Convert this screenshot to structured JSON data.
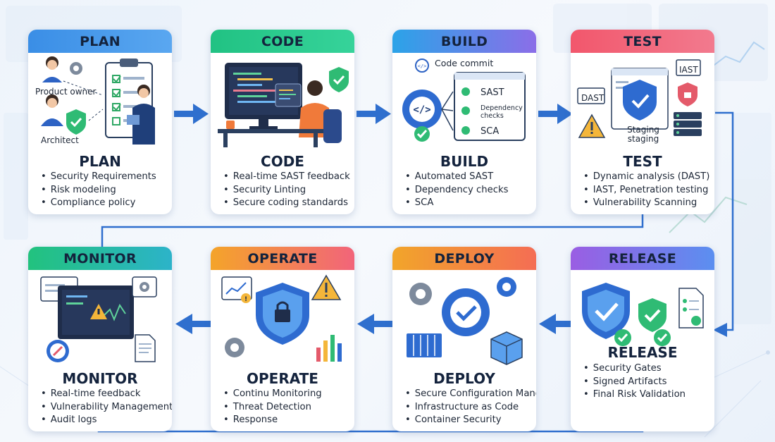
{
  "stages": [
    {
      "key": "plan",
      "header": "PLAN",
      "title": "PLAN",
      "color_from": "#3a8ee6",
      "color_to": "#5aa7f0",
      "items": [
        "Security Requirements",
        "Risk modeling",
        "Compliance policy"
      ],
      "labels": {
        "owner": "Product owner",
        "architect": "Architect"
      }
    },
    {
      "key": "code",
      "header": "CODE",
      "title": "CODE",
      "color_from": "#21c283",
      "color_to": "#36d39a",
      "items": [
        "Real-time SAST feedback",
        "Security Linting",
        "Secure coding standards"
      ]
    },
    {
      "key": "build",
      "header": "BUILD",
      "title": "BUILD",
      "color_from": "#2ba3e8",
      "color_to": "#8b6ee8",
      "items": [
        "Automated SAST",
        "Dependency checks",
        "SCA"
      ],
      "labels": {
        "commit": "Code commit",
        "sast": "SAST",
        "dep": "Dependency checks",
        "sca": "SCA"
      }
    },
    {
      "key": "test",
      "header": "TEST",
      "title": "TEST",
      "color_from": "#f2576c",
      "color_to": "#f27a8e",
      "items": [
        "Dynamic analysis (DAST)",
        "IAST, Penetration testing",
        "Vulnerability Scanning"
      ],
      "labels": {
        "dast": "DAST",
        "iast": "IAST",
        "staging": "Staging staging"
      }
    },
    {
      "key": "monitor",
      "header": "MONITOR",
      "title": "MONITOR",
      "color_from": "#22c27e",
      "color_to": "#2cb3c9",
      "items": [
        "Real-time feedback",
        "Vulnerability Management",
        "Audit logs"
      ]
    },
    {
      "key": "operate",
      "header": "OPERATE",
      "title": "OPERATE",
      "color_from": "#f4a42a",
      "color_to": "#f2647a",
      "items": [
        "Continu Monitoring",
        "Threat Detection",
        "Response"
      ]
    },
    {
      "key": "deploy",
      "header": "DEPLOY",
      "title": "DEPLOY",
      "color_from": "#f2a52a",
      "color_to": "#f46d54",
      "items": [
        "Secure Configuration Mang",
        "Infrastructure as Code",
        "Container Security"
      ]
    },
    {
      "key": "release",
      "header": "RELEASE",
      "title": "RELEASE",
      "color_from": "#9a5ee3",
      "color_to": "#5b8ff0",
      "items": [
        "Security Gates",
        "Signed Artifacts",
        "Final Risk Validation"
      ]
    }
  ]
}
